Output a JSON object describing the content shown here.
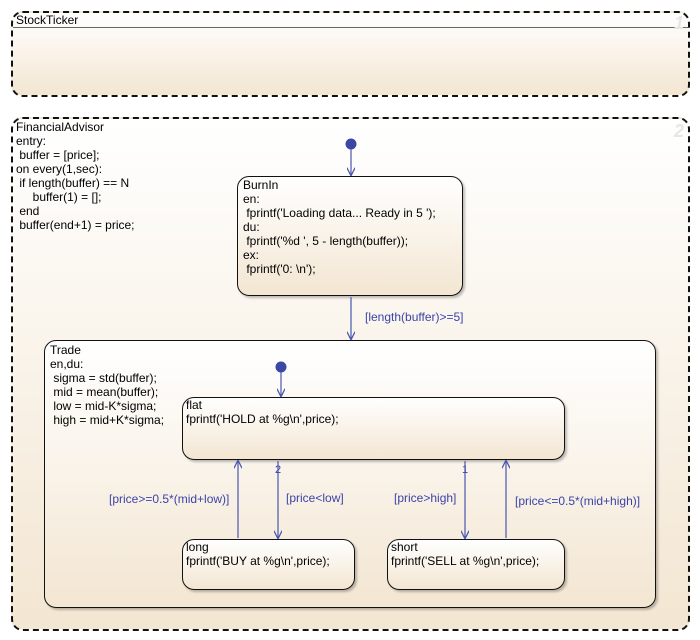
{
  "stock_ticker": {
    "name": "StockTicker",
    "order": "1"
  },
  "financial_advisor": {
    "name": "FinancialAdvisor",
    "order": "2",
    "actions": [
      "entry:",
      " buffer = [price];",
      "on every(1,sec):",
      " if length(buffer) == N",
      "     buffer(1) = [];",
      " end",
      " buffer(end+1) = price;"
    ]
  },
  "burnin": {
    "name": "BurnIn",
    "actions": [
      "en:",
      " fprintf('Loading data... Ready in 5 ');",
      "du:",
      " fprintf('%d ', 5 - length(buffer));",
      "ex:",
      " fprintf('0: \\n');"
    ]
  },
  "trade": {
    "name": "Trade",
    "actions": [
      "en,du:",
      " sigma = std(buffer);",
      " mid = mean(buffer);",
      " low = mid-K*sigma;",
      " high = mid+K*sigma;"
    ]
  },
  "flat": {
    "name": "flat",
    "actions": [
      "fprintf('HOLD at %g\\n',price);"
    ]
  },
  "long": {
    "name": "long",
    "actions": [
      "fprintf('BUY at %g\\n',price);"
    ]
  },
  "short": {
    "name": "short",
    "actions": [
      "fprintf('SELL at %g\\n',price);"
    ]
  },
  "transitions": {
    "burnin_to_trade": "[length(buffer)>=5]",
    "long_to_flat": "[price>=0.5*(mid+low)]",
    "flat_to_long": "[price<low]",
    "flat_to_short": "[price>high]",
    "short_to_flat": "[price<=0.5*(mid+high)]",
    "flat_to_long_order": "2",
    "flat_to_short_order": "1"
  }
}
